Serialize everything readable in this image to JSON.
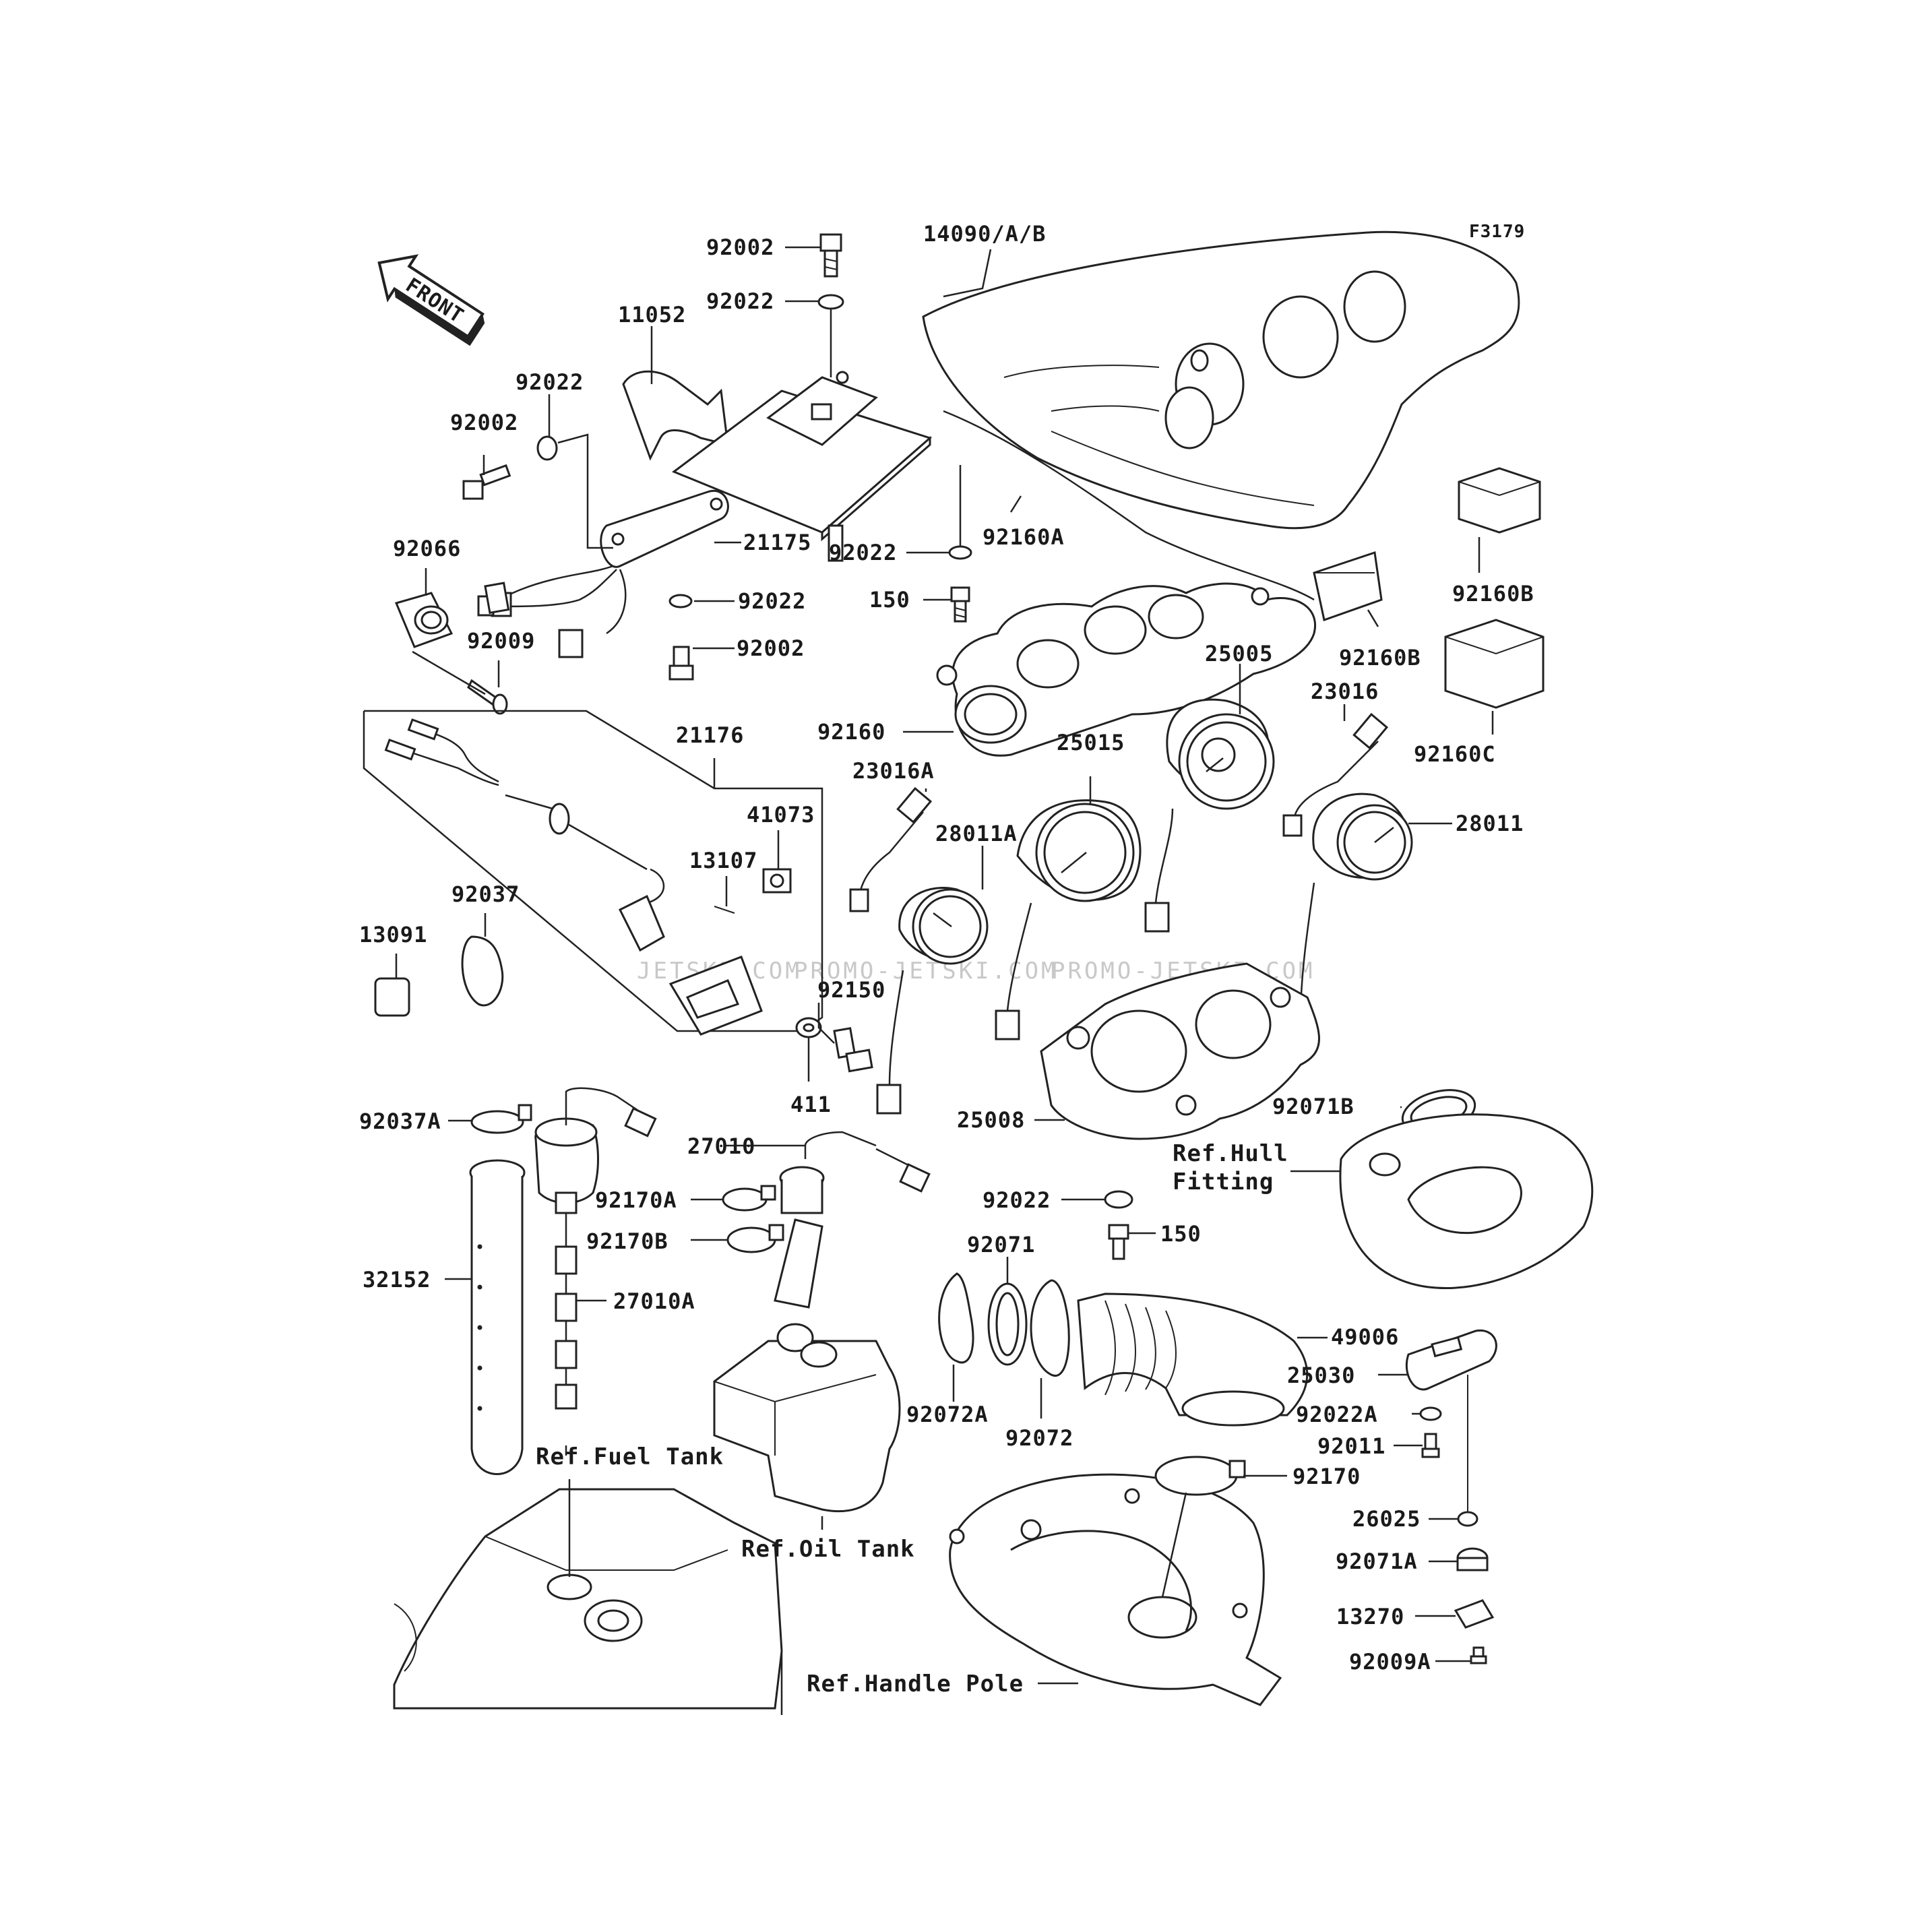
{
  "diagram_code": "F3179",
  "front_arrow_label": "FRONT",
  "watermarks": [
    "JETSKI.COM",
    "PROMO-JETSKI.COM",
    "PROMO-JETSKI.COM"
  ],
  "colors": {
    "ink": "#1a1a1a",
    "background": "#ffffff",
    "watermark": "#c8c8c8"
  },
  "part_labels": [
    {
      "id": "p92002-top",
      "text": "92002"
    },
    {
      "id": "p92022-top",
      "text": "92022"
    },
    {
      "id": "p14090",
      "text": "14090/A/B"
    },
    {
      "id": "p11052",
      "text": "11052"
    },
    {
      "id": "p92022-left",
      "text": "92022"
    },
    {
      "id": "p92002-left",
      "text": "92002"
    },
    {
      "id": "p21175",
      "text": "21175"
    },
    {
      "id": "p92066",
      "text": "92066"
    },
    {
      "id": "p92022-mid",
      "text": "92022"
    },
    {
      "id": "p92009",
      "text": "92009"
    },
    {
      "id": "p92002-mid",
      "text": "92002"
    },
    {
      "id": "p92022-c",
      "text": "92022"
    },
    {
      "id": "p92160a",
      "text": "92160A"
    },
    {
      "id": "p150-top",
      "text": "150"
    },
    {
      "id": "p92160b-1",
      "text": "92160B"
    },
    {
      "id": "p92160b-2",
      "text": "92160B"
    },
    {
      "id": "p92160c",
      "text": "92160C"
    },
    {
      "id": "p25005",
      "text": "25005"
    },
    {
      "id": "p23016",
      "text": "23016"
    },
    {
      "id": "p92160",
      "text": "92160"
    },
    {
      "id": "p21176",
      "text": "21176"
    },
    {
      "id": "p25015",
      "text": "25015"
    },
    {
      "id": "p23016a",
      "text": "23016A"
    },
    {
      "id": "p28011",
      "text": "28011"
    },
    {
      "id": "p41073",
      "text": "41073"
    },
    {
      "id": "p28011a",
      "text": "28011A"
    },
    {
      "id": "p13107",
      "text": "13107"
    },
    {
      "id": "p92037",
      "text": "92037"
    },
    {
      "id": "p13091",
      "text": "13091"
    },
    {
      "id": "p92150",
      "text": "92150"
    },
    {
      "id": "p411",
      "text": "411"
    },
    {
      "id": "p25008",
      "text": "25008"
    },
    {
      "id": "p92071b",
      "text": "92071B"
    },
    {
      "id": "p92037a",
      "text": "92037A"
    },
    {
      "id": "p27010",
      "text": "27010"
    },
    {
      "id": "p92170a",
      "text": "92170A"
    },
    {
      "id": "p92022-lo",
      "text": "92022"
    },
    {
      "id": "p150-lo",
      "text": "150"
    },
    {
      "id": "p92170b",
      "text": "92170B"
    },
    {
      "id": "p92071",
      "text": "92071"
    },
    {
      "id": "p32152",
      "text": "32152"
    },
    {
      "id": "p27010a",
      "text": "27010A"
    },
    {
      "id": "p49006",
      "text": "49006"
    },
    {
      "id": "p25030",
      "text": "25030"
    },
    {
      "id": "p92022a",
      "text": "92022A"
    },
    {
      "id": "p92072a",
      "text": "92072A"
    },
    {
      "id": "p92072",
      "text": "92072"
    },
    {
      "id": "p92011",
      "text": "92011"
    },
    {
      "id": "p92170",
      "text": "92170"
    },
    {
      "id": "p26025",
      "text": "26025"
    },
    {
      "id": "p92071a",
      "text": "92071A"
    },
    {
      "id": "p13270",
      "text": "13270"
    },
    {
      "id": "p92009a",
      "text": "92009A"
    }
  ],
  "reference_labels": [
    {
      "id": "ref-hull-1",
      "text": "Ref.Hull"
    },
    {
      "id": "ref-hull-2",
      "text": "Fitting"
    },
    {
      "id": "ref-fuel",
      "text": "Ref.Fuel Tank"
    },
    {
      "id": "ref-oil",
      "text": "Ref.Oil Tank"
    },
    {
      "id": "ref-pole",
      "text": "Ref.Handle Pole"
    }
  ]
}
